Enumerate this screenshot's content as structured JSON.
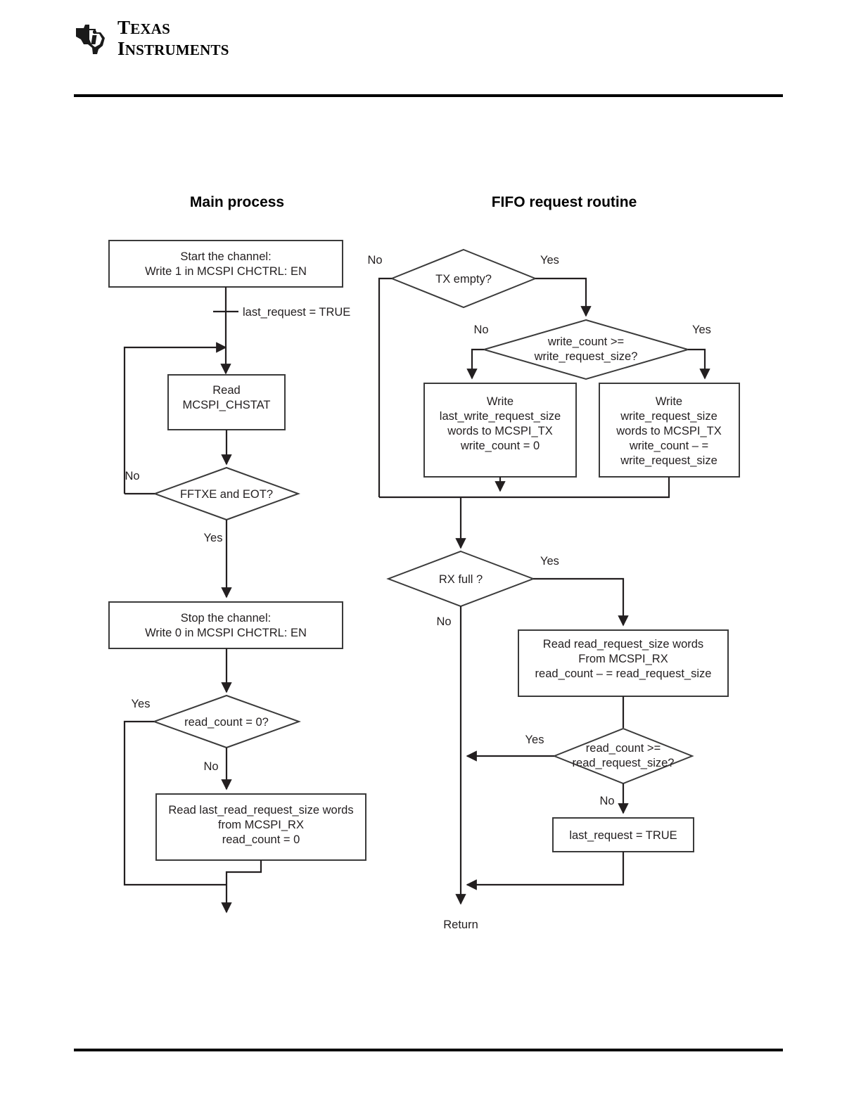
{
  "brand": {
    "name_line1": "Texas",
    "name_line2": "Instruments",
    "logo_icon": "ti-logo-icon"
  },
  "flowchart": {
    "columns": [
      {
        "id": "main",
        "title": "Main process"
      },
      {
        "id": "fifo",
        "title": "FIFO request routine"
      }
    ],
    "main_process": {
      "start_box": {
        "lines": [
          "Start the channel:",
          "Write 1 in MCSPI  CHCTRL:  EN"
        ]
      },
      "annotation": "last_request = TRUE",
      "read_box": {
        "lines": [
          "Read",
          "MCSPI_CHSTAT"
        ]
      },
      "fftxe_decision": {
        "text": "FFTXE and EOT?",
        "no_label": "No",
        "yes_label": "Yes"
      },
      "stop_box": {
        "lines": [
          "Stop the channel:",
          "Write 0 in MCSPI  CHCTRL:  EN"
        ]
      },
      "read_count_decision": {
        "text": "read_count = 0?",
        "yes_label": "Yes",
        "no_label": "No"
      },
      "last_read_box": {
        "lines": [
          "Read last_read_request_size words",
          "from MCSPI_RX",
          "read_count = 0"
        ]
      }
    },
    "fifo_routine": {
      "tx_empty_decision": {
        "text": "TX empty?",
        "no_label": "No",
        "yes_label": "Yes"
      },
      "write_count_decision": {
        "line1": "write_count >=",
        "line2": "write_request_size?",
        "no_label": "No",
        "yes_label": "Yes"
      },
      "write_last_box": {
        "lines": [
          "Write",
          "last_write_request_size",
          "words to MCSPI_TX",
          "write_count = 0"
        ]
      },
      "write_box": {
        "lines": [
          "Write",
          "write_request_size",
          "words to MCSPI_TX",
          "write_count – =",
          "write_request_size"
        ]
      },
      "rx_full_decision": {
        "text": "RX full ?",
        "yes_label": "Yes",
        "no_label": "No"
      },
      "read_rx_box": {
        "lines": [
          "Read read_request_size words",
          "From MCSPI_RX",
          "read_count – = read_request_size"
        ]
      },
      "read_count_decision": {
        "line1": "read_count >=",
        "line2": "read_request_size?",
        "yes_label": "Yes",
        "no_label": "No"
      },
      "last_request_box": {
        "text": "last_request = TRUE"
      },
      "return_label": "Return"
    }
  },
  "colors": {
    "ink": "#231f20",
    "stroke": "#3b3b3b",
    "rule": "#000000",
    "page": "#ffffff"
  }
}
